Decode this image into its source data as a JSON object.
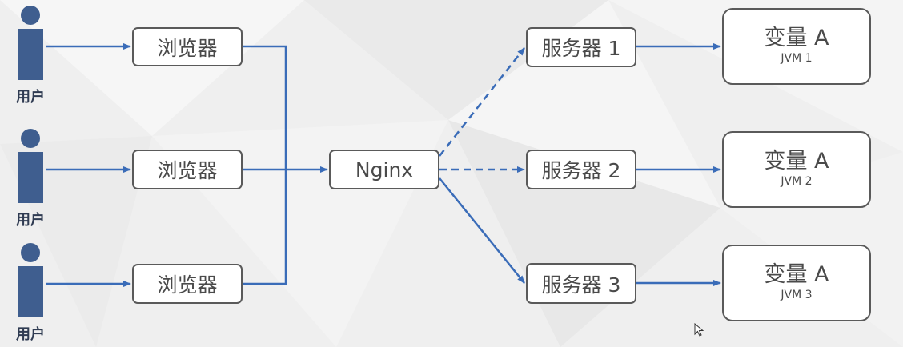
{
  "users": [
    {
      "label": "用户"
    },
    {
      "label": "用户"
    },
    {
      "label": "用户"
    }
  ],
  "browsers": [
    {
      "label": "浏览器"
    },
    {
      "label": "浏览器"
    },
    {
      "label": "浏览器"
    }
  ],
  "proxy": {
    "label": "Nginx"
  },
  "servers": [
    {
      "label": "服务器 1"
    },
    {
      "label": "服务器 2"
    },
    {
      "label": "服务器 3"
    }
  ],
  "jvms": [
    {
      "title": "变量 A",
      "subtitle": "JVM 1"
    },
    {
      "title": "变量 A",
      "subtitle": "JVM 2"
    },
    {
      "title": "变量 A",
      "subtitle": "JVM 3"
    }
  ],
  "colors": {
    "user_icon": "#3f5e8f",
    "arrow": "#3a6cb8",
    "box_border": "#5a5a5a"
  }
}
